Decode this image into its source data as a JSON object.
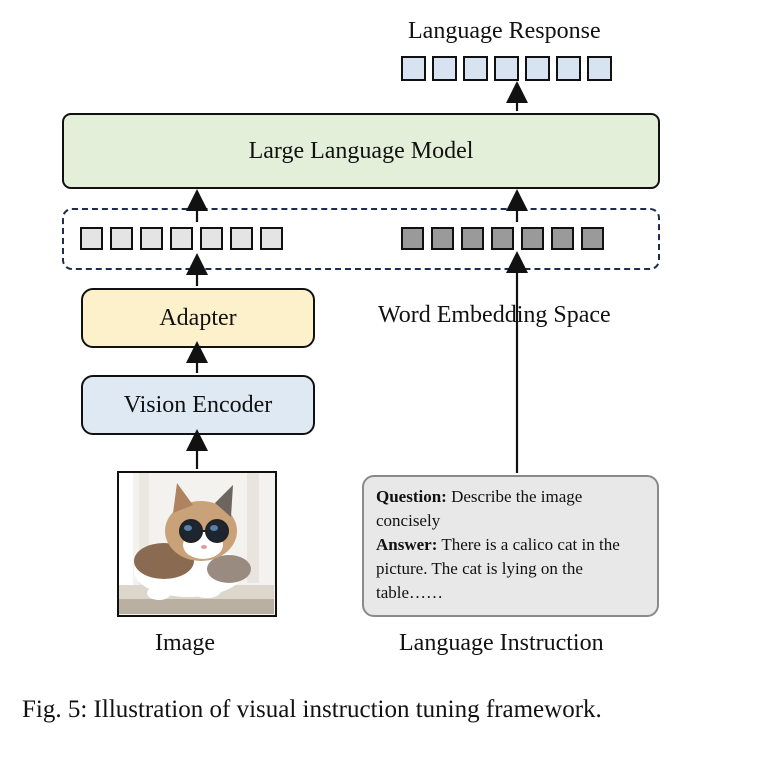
{
  "response_label": "Language Response",
  "llm_label": "Large Language Model",
  "adapter_label": "Adapter",
  "vision_encoder_label": "Vision Encoder",
  "embedding_space_label": "Word Embedding Space",
  "image_label": "Image",
  "instruction_label": "Language Instruction",
  "instruction": {
    "question_key": "Question:",
    "question_text": " Describe the image concisely",
    "answer_key": "Answer:",
    "answer_text": " There is a calico cat in the picture. The cat is lying on the table……"
  },
  "caption": "Fig. 5: Illustration of visual instruction tuning framework.",
  "tokens": {
    "response_count": 7,
    "image_count": 7,
    "text_count": 7
  },
  "colors": {
    "llm": "#e3efd9",
    "adapter": "#fdf1cc",
    "vision_encoder": "#dfe9f4",
    "response_token": "#d8e3f2",
    "image_token": "#e4e4e4",
    "text_token": "#9a9a9a",
    "instruction_box": "#e8e8e8",
    "embedding_border": "#1f2d4d"
  }
}
